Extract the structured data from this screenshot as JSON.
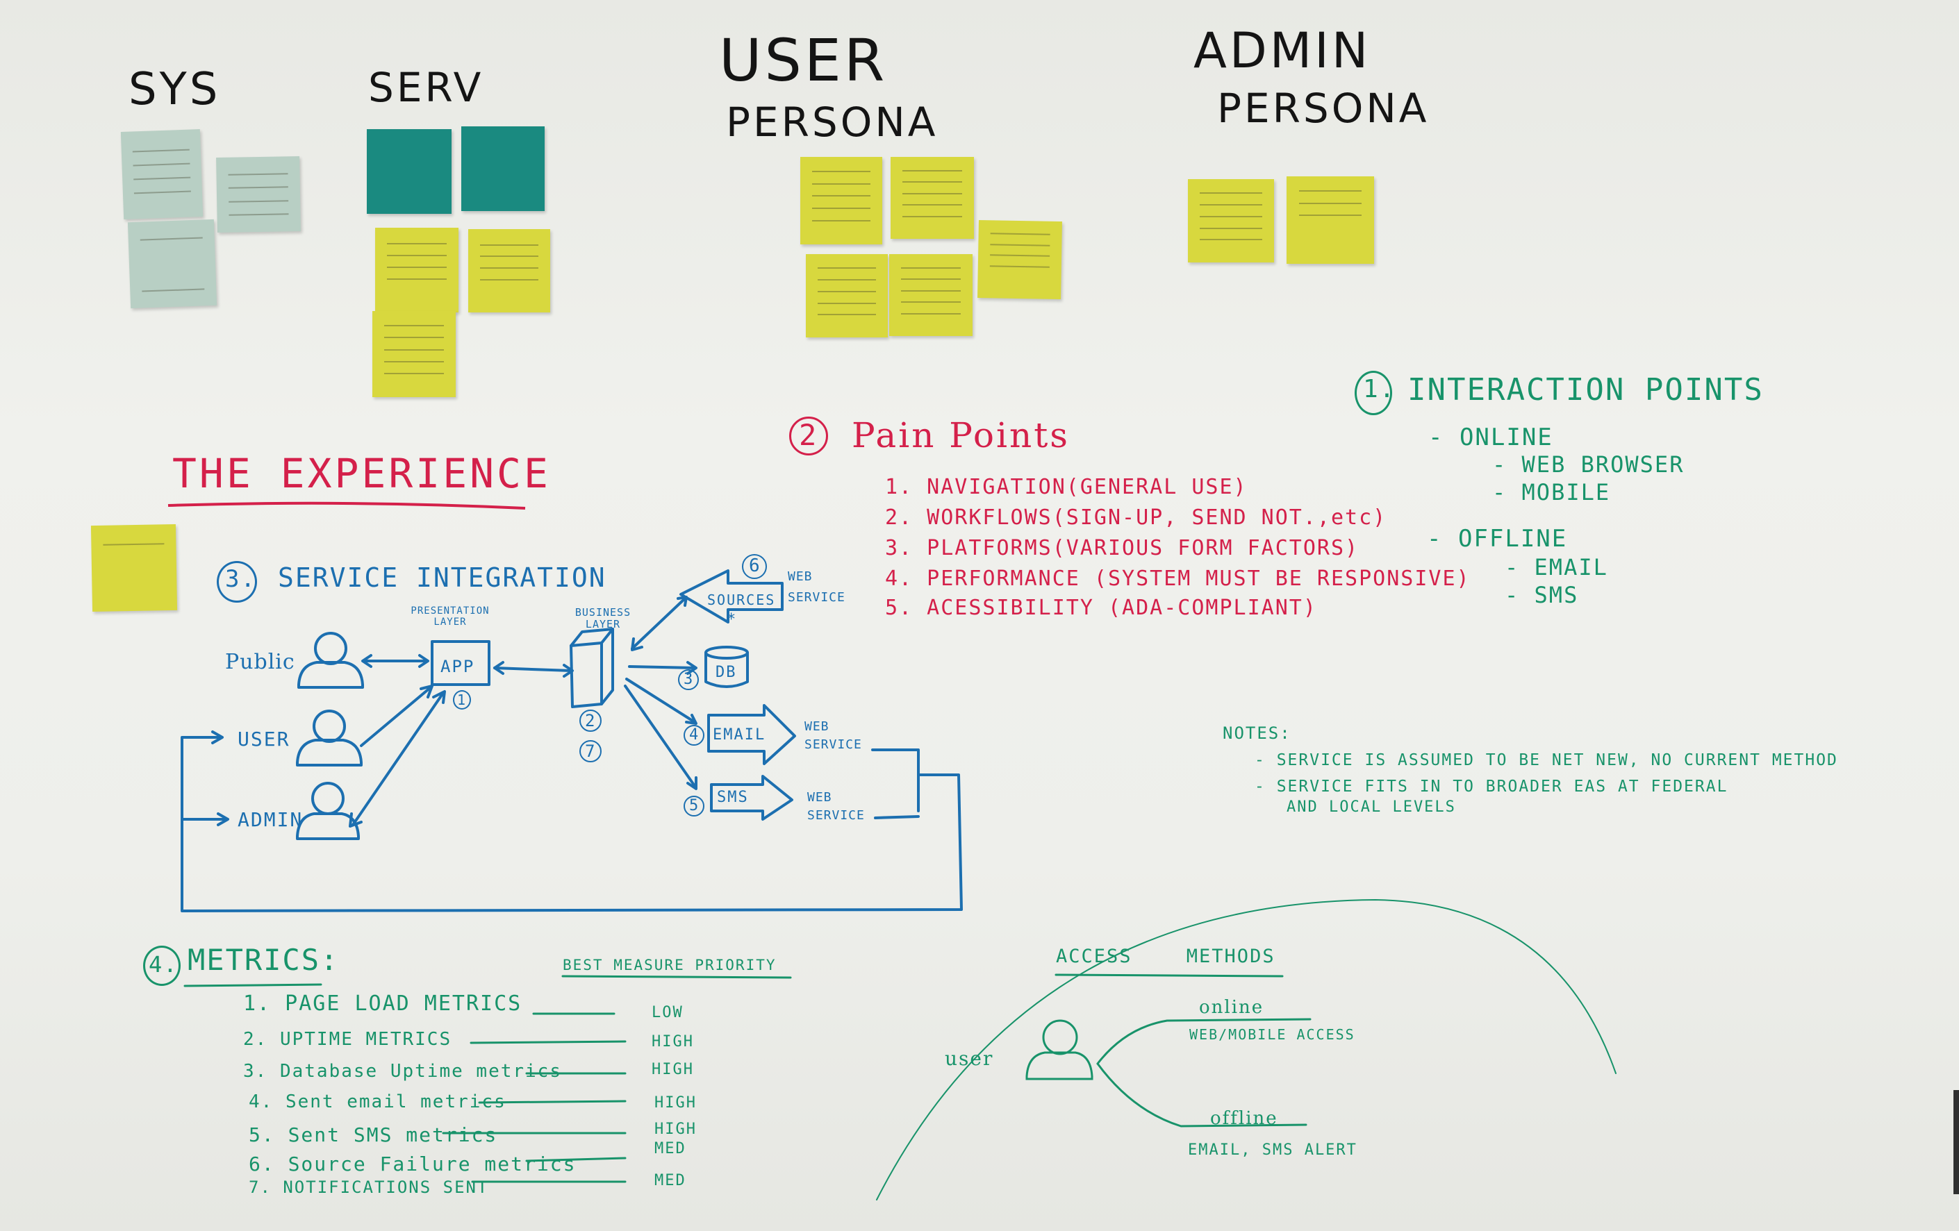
{
  "headings": {
    "sys": "SYS",
    "serv": "SERV",
    "user_persona_1": "USER",
    "user_persona_2": "PERSONA",
    "admin_persona_1": "ADMIN",
    "admin_persona_2": "PERSONA"
  },
  "experience": {
    "title": "THE EXPERIENCE",
    "section3_num": "3.",
    "section3_title": "SERVICE INTEGRATION",
    "presentation_layer": "PRESENTATION LAYER",
    "business_layer": "BUSINESS LAYER",
    "actors": [
      "Public",
      "USER",
      "ADMIN"
    ],
    "app_label": "APP",
    "app_num": "1",
    "business_nums": [
      "2",
      "7"
    ],
    "sources_label": "SOURCES",
    "sources_mark": "*",
    "sources_num": "6",
    "web_service_1": "WEB SERVICE",
    "db_label": "DB",
    "db_num": "3",
    "email_label": "EMAIL",
    "email_num": "4",
    "sms_label": "SMS",
    "sms_num": "5",
    "web_service_2": "WEB SERVICE",
    "web_service_3": "WEB SERVICE"
  },
  "pain_points": {
    "num": "2",
    "title": "Pain Points",
    "items": [
      "1. NAVIGATION(GENERAL USE)",
      "2. WORKFLOWS(SIGN-UP, SEND NOT.,etc)",
      "3. PLATFORMS(VARIOUS FORM FACTORS)",
      "4. PERFORMANCE (SYSTEM MUST BE RESPONSIVE)",
      "5. ACESSIBILITY (ADA-COMPLIANT)"
    ]
  },
  "interaction_points": {
    "num": "1.",
    "title": "INTERACTION POINTS",
    "online": "- ONLINE",
    "web_browser": "- WEB BROWSER",
    "mobile": "- MOBILE",
    "offline": "- OFFLINE",
    "email": "- EMAIL",
    "sms": "- SMS"
  },
  "notes": {
    "title": "NOTES:",
    "line1": "- SERVICE IS ASSUMED TO BE NET NEW, NO CURRENT METHOD",
    "line2": "- SERVICE FITS IN TO BROADER EAS AT FEDERAL",
    "line3": "AND LOCAL LEVELS"
  },
  "metrics": {
    "num": "4.",
    "title": "METRICS:",
    "header": "BEST MEASURE PRIORITY",
    "rows": [
      {
        "label": "1. PAGE LOAD METRICS",
        "priority": "LOW"
      },
      {
        "label": "2. UPTIME METRICS",
        "priority": "HIGH"
      },
      {
        "label": "3. Database Uptime metrics",
        "priority": "HIGH"
      },
      {
        "label": "4. Sent email metrics",
        "priority": "HIGH"
      },
      {
        "label": "5. Sent SMS metrics",
        "priority": "HIGH"
      },
      {
        "label": "6. Source Failure metrics",
        "priority": "MED"
      },
      {
        "label": "7. NOTIFICATIONS SENT",
        "priority": "MED"
      }
    ]
  },
  "access_methods": {
    "title": "ACCESS METHODS",
    "user": "user",
    "online": "online",
    "online_detail": "WEB/MOBILE ACCESS",
    "offline": "offline",
    "offline_detail": "EMAIL, SMS ALERT"
  },
  "colors": {
    "marker_black": "#141414",
    "marker_red": "#d4204a",
    "marker_blue": "#1c6fb0",
    "marker_green": "#18936a",
    "sticky_yellow": "#d8d83e",
    "sticky_sage": "#b8cfc4",
    "sticky_teal": "#1a8a80"
  }
}
